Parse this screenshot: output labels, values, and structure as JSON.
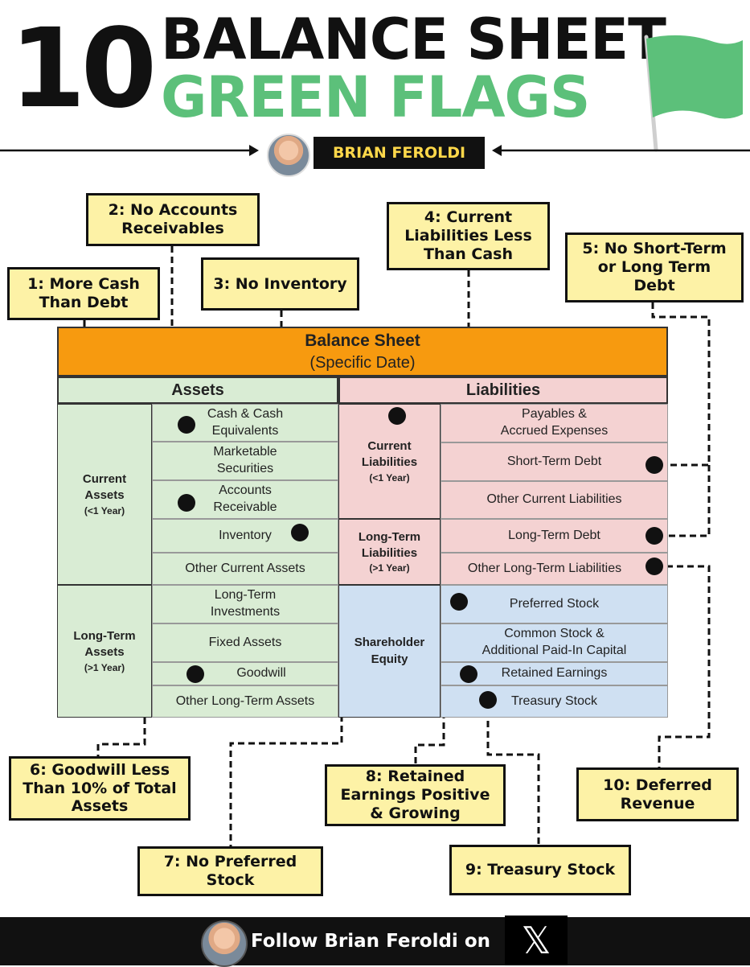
{
  "header": {
    "number": "10",
    "title_line1": "BALANCE SHEET",
    "title_line2": "GREEN FLAGS",
    "author": "BRIAN FEROLDI"
  },
  "callouts": {
    "c1": [
      "1: More Cash",
      "Than Debt"
    ],
    "c2": [
      "2: No Accounts",
      "Receivables"
    ],
    "c3": [
      "3: No Inventory"
    ],
    "c4": [
      "4: Current",
      "Liabilities Less",
      "Than Cash"
    ],
    "c5": [
      "5: No Short-Term",
      "or Long Term",
      "Debt"
    ],
    "c6": [
      "6: Goodwill Less",
      "Than 10% of Total",
      "Assets"
    ],
    "c7": [
      "7: No Preferred",
      "Stock"
    ],
    "c8": [
      "8: Retained",
      "Earnings Positive",
      "& Growing"
    ],
    "c9": [
      "9: Treasury Stock"
    ],
    "c10": [
      "10: Deferred",
      "Revenue"
    ]
  },
  "sheet": {
    "title": "Balance Sheet",
    "subtitle": "(Specific Date)",
    "assets_header": "Assets",
    "liabilities_header": "Liabilities",
    "current_assets": [
      "Current",
      "Assets",
      "(<1 Year)"
    ],
    "long_term_assets": [
      "Long-Term",
      "Assets",
      "(>1 Year)"
    ],
    "current_liabilities": [
      "Current",
      "Liabilities",
      "(<1 Year)"
    ],
    "long_term_liabilities": [
      "Long-Term",
      "Liabilities",
      "(>1 Year)"
    ],
    "shareholder_equity": [
      "Shareholder",
      "Equity"
    ],
    "current_asset_items": [
      [
        "Cash & Cash",
        "Equivalents"
      ],
      [
        "Marketable",
        "Securities"
      ],
      [
        "Accounts",
        "Receivable"
      ],
      [
        "Inventory"
      ],
      [
        "Other Current Assets"
      ]
    ],
    "long_term_asset_items": [
      [
        "Long-Term",
        "Investments"
      ],
      [
        "Fixed Assets"
      ],
      [
        "Goodwill"
      ],
      [
        "Other Long-Term Assets"
      ]
    ],
    "current_liability_items": [
      [
        "Payables &",
        "Accrued Expenses"
      ],
      [
        "Short-Term Debt"
      ],
      [
        "Other Current Liabilities"
      ]
    ],
    "long_term_liability_items": [
      [
        "Long-Term Debt"
      ],
      [
        "Other Long-Term Liabilities"
      ]
    ],
    "equity_items": [
      [
        "Preferred Stock"
      ],
      [
        "Common Stock &",
        "Additional Paid-In Capital"
      ],
      [
        "Retained Earnings"
      ],
      [
        "Treasury Stock"
      ]
    ]
  },
  "footer": {
    "follow_text": "Follow Brian Feroldi on",
    "x_logo": "𝕏"
  },
  "colors": {
    "green_title": "#5cc07a",
    "flag": "#5cc07a",
    "orange_header": "#f79a0f",
    "assets_green": "#d9ecd4",
    "liabilities_pink": "#f4d2d2",
    "equity_blue": "#cfe0f2",
    "callout_yellow": "#fdf2a6"
  }
}
